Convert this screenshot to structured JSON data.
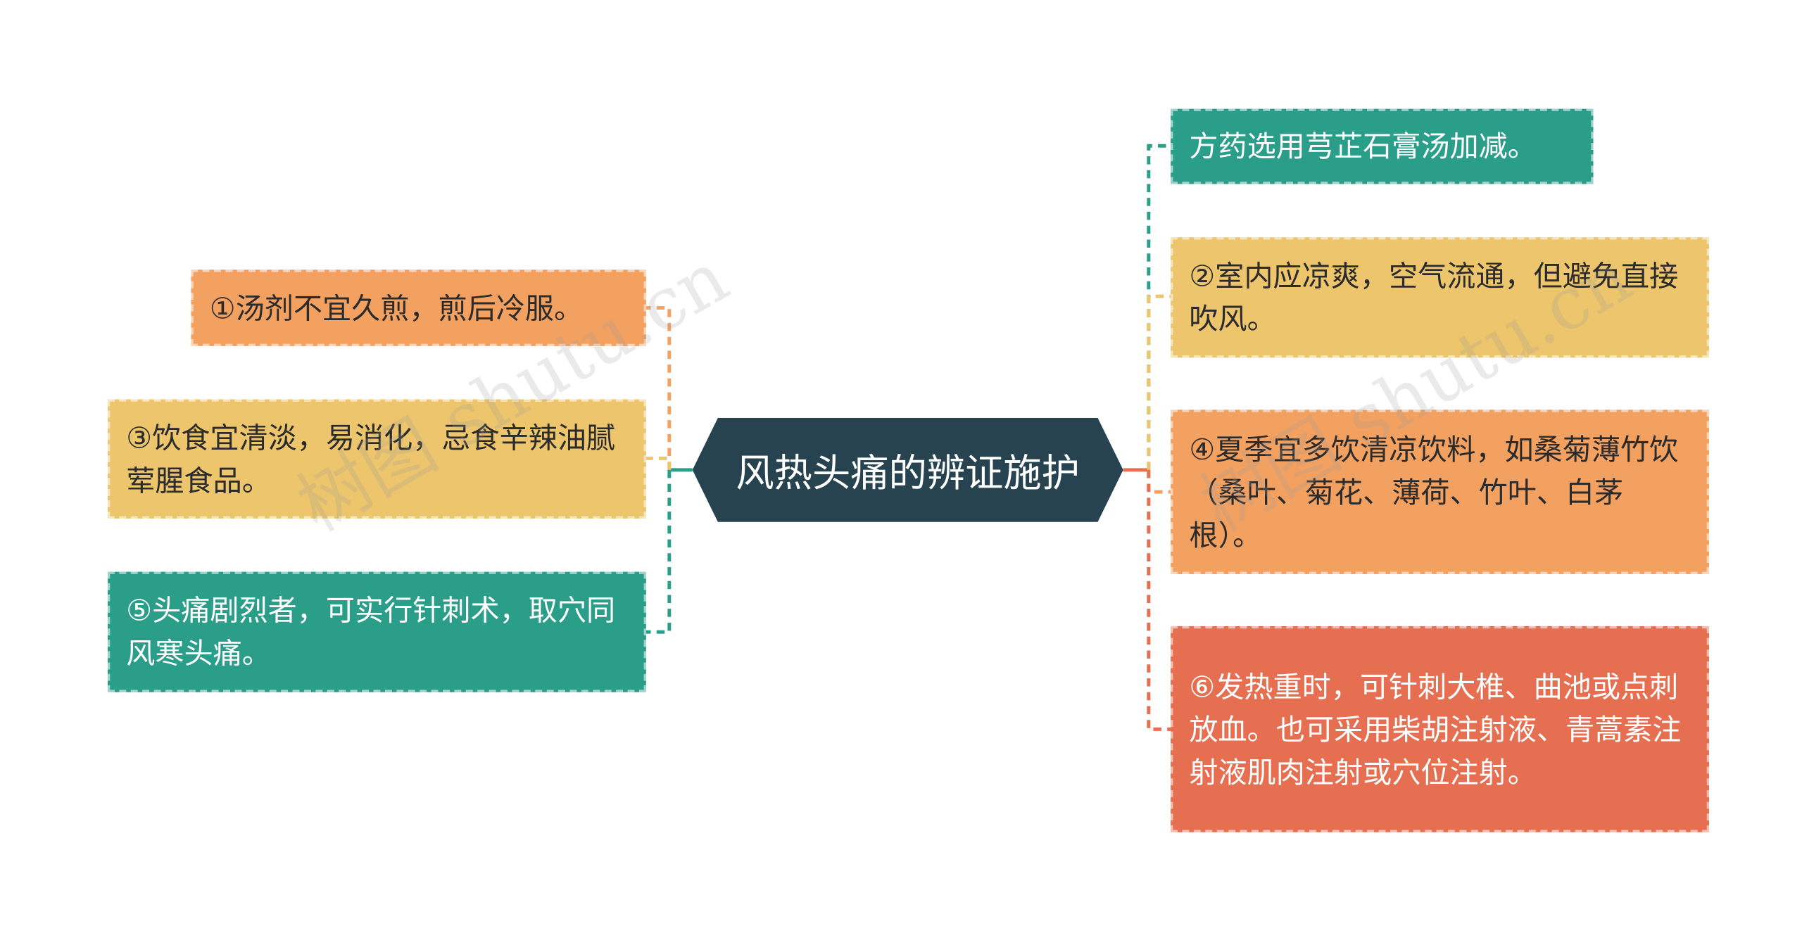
{
  "root": {
    "label": "风热头痛的辨证施护",
    "color": "#26434f"
  },
  "left_nodes": [
    {
      "label": "①汤剂不宜久煎，煎后冷服。",
      "color": "#f3a161"
    },
    {
      "label": "③饮食宜清淡，易消化，忌食辛辣油腻荤腥食品。",
      "color": "#ecc56c"
    },
    {
      "label": "⑤头痛剧烈者，可实行针刺术，取穴同风寒头痛。",
      "color": "#2b9e8a"
    }
  ],
  "right_nodes": [
    {
      "label": "方药选用芎芷石膏汤加减。",
      "color": "#2b9e8a"
    },
    {
      "label": "②室内应凉爽，空气流通，但避免直接吹风。",
      "color": "#ecc56c"
    },
    {
      "label": "④夏季宜多饮清凉饮料，如桑菊薄竹饮（桑叶、菊花、薄荷、竹叶、白茅根）。",
      "color": "#f3a161"
    },
    {
      "label": "⑥发热重时，可针刺大椎、曲池或点刺放血。也可采用柴胡注射液、青蒿素注射液肌肉注射或穴位注射。",
      "color": "#e56f50"
    }
  ],
  "watermarks": [
    "树图 shutu.cn",
    "树图 shutu.cn"
  ]
}
